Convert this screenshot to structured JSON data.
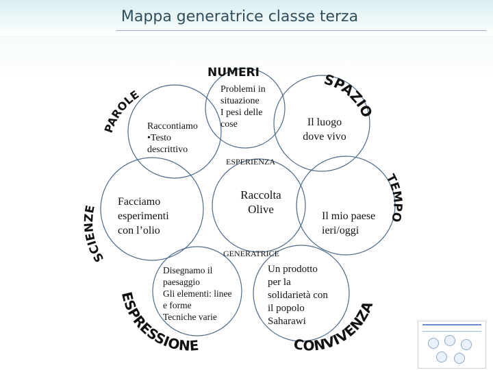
{
  "title": "Mappa generatrice classe terza",
  "top_label": "NUMERI",
  "center": {
    "upper_caption": "ESPERIENZA",
    "main_text": "Raccolta\nOlive",
    "lower_caption": "GENERATRICE"
  },
  "circles": {
    "numeri_text": "Problemi in\nsituazione\nI pesi delle\ncose",
    "parole_text": "Raccontiamo\n•Testo\ndescrittivo",
    "spazio_text": "Il luogo\ndove vivo",
    "scienze_text": "Facciamo\nesperimenti\ncon l’olio",
    "tempo_text": "Il mio paese\nieri/oggi",
    "espressione_text": "Disegnamo il\npaesaggio\nGli elementi: linee\ne forme\nTecniche varie",
    "convivenza_text": "Un prodotto\nper la\nsolidarietà con\nil popolo\nSaharawi"
  },
  "curved_labels": {
    "parole": "PAROLE",
    "spazio": "SPAZIO",
    "scienze": "SCIENZE",
    "tempo": "TEMPO",
    "espressione": "ESPRESSIONE",
    "convivenza": "CONVIVENZA"
  },
  "colors": {
    "title": "#2f4f5f",
    "circle_stroke": "#4a6a8a",
    "text": "#111111"
  }
}
